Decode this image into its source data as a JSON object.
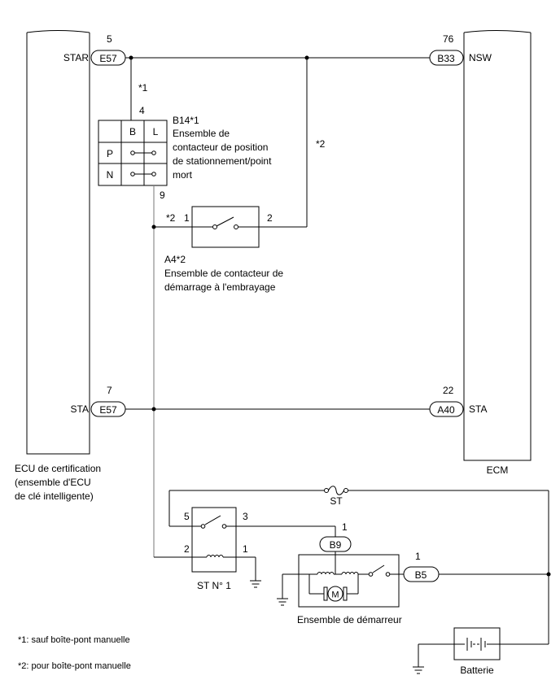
{
  "ecu": {
    "label_line1": "ECU de certification",
    "label_line2": "(ensemble d'ECU",
    "label_line3": "de clé intelligente)",
    "pin_star_num": "5",
    "pin_star_name": "STAR",
    "pin_sta_num": "7",
    "pin_sta_name": "STA",
    "connector": "E57"
  },
  "ecm": {
    "label": "ECM",
    "pin_nsw_num": "76",
    "pin_nsw_name": "NSW",
    "pin_nsw_conn": "B33",
    "pin_sta_num": "22",
    "pin_sta_name": "STA",
    "pin_sta_conn": "A40"
  },
  "park_switch": {
    "note": "*1",
    "pin_top": "4",
    "pin_bottom": "9",
    "code": "B14*1",
    "name_line1": "Ensemble de",
    "name_line2": "contacteur de position",
    "name_line3": "de stationnement/point",
    "name_line4": "mort",
    "col_b": "B",
    "col_l": "L",
    "row_p": "P",
    "row_n": "N"
  },
  "clutch_switch": {
    "note_branch": "*2",
    "note_pin": "*2",
    "pin1": "1",
    "pin2": "2",
    "code": "A4*2",
    "name_line1": "Ensemble de contacteur de",
    "name_line2": "démarrage à l'embrayage"
  },
  "relay": {
    "pin5": "5",
    "pin3": "3",
    "pin2": "2",
    "pin1": "1",
    "label": "ST N° 1"
  },
  "starter": {
    "conn_b9": "B9",
    "pin_b9": "1",
    "conn_b5": "B5",
    "pin_b5": "1",
    "motor": "M",
    "label": "Ensemble de démarreur"
  },
  "fuse": {
    "label": "ST"
  },
  "battery": {
    "label": "Batterie"
  },
  "footnotes": {
    "note1": "*1: sauf boîte-pont manuelle",
    "note2": "*2: pour boîte-pont manuelle"
  }
}
